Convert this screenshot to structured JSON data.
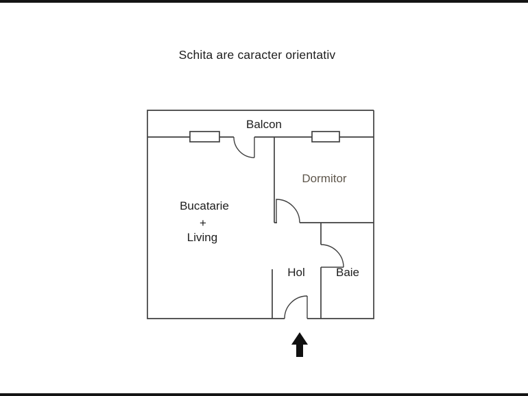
{
  "title": "Schita are caracter orientativ",
  "plan": {
    "balcon": "Balcon",
    "dormitor": "Dormitor",
    "bucatarie": "Bucatarie",
    "plus": "+",
    "living": "Living",
    "hol": "Hol",
    "baie": "Baie"
  },
  "icons": {
    "entrance_arrow": "up-arrow"
  },
  "colors": {
    "wall": "#3f3f3f",
    "label": "#1c1c1c",
    "dormitor_label": "#5e564b",
    "arrow": "#101010",
    "frame": "#141414",
    "background": "#ffffff"
  }
}
